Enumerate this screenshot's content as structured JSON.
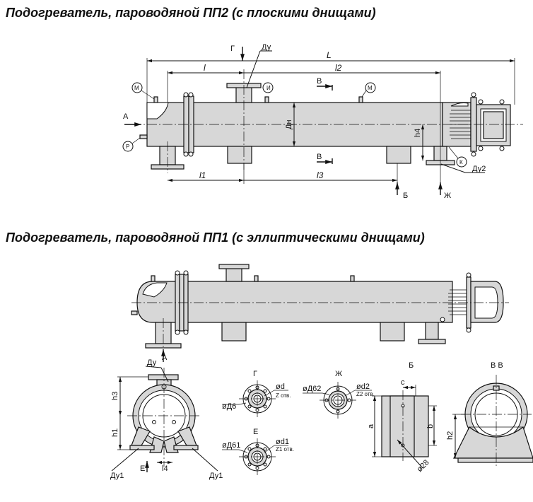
{
  "titles": {
    "pp2": "Подогреватель, пароводяной ПП2 (с плоскими днищами)",
    "pp1": "Подогреватель, пароводяной ПП1 (с эллиптическими днищами)"
  },
  "pp2_labels": {
    "L": "L",
    "l": "l",
    "l1": "l1",
    "l2": "l2",
    "l3": "l3",
    "G": "Г",
    "Du": "Ду",
    "V_top": "В",
    "V_bottom": "В",
    "M1": "М",
    "M2": "М",
    "I": "И",
    "P": "Р",
    "K": "К",
    "A": "А",
    "Dn": "Дн",
    "h4": "h4",
    "Du2": "Ду2",
    "B": "Б",
    "Zh": "Ж"
  },
  "pp1_labels": {
    "A": "А"
  },
  "front_view": {
    "Du": "Ду",
    "h3": "h3",
    "h1": "h1",
    "l4": "l4",
    "Du1_left": "Ду1",
    "Du1_right": "Ду1",
    "E": "Е"
  },
  "flange_G": {
    "title": "Г",
    "d": "ød",
    "holes": "Z отв.",
    "D": "øД6"
  },
  "flange_Zh": {
    "title": "Ж",
    "d": "ød2",
    "holes": "Z2 отв.",
    "D": "øД62"
  },
  "flange_E": {
    "title": "Е",
    "d": "ød1",
    "holes": "Z1 отв.",
    "D": "øД61"
  },
  "support_B": {
    "title": "Б",
    "c": "c",
    "a": "a",
    "b": "b",
    "hole": "ø28"
  },
  "section_VV": {
    "title": "В  В",
    "h2": "h2"
  }
}
